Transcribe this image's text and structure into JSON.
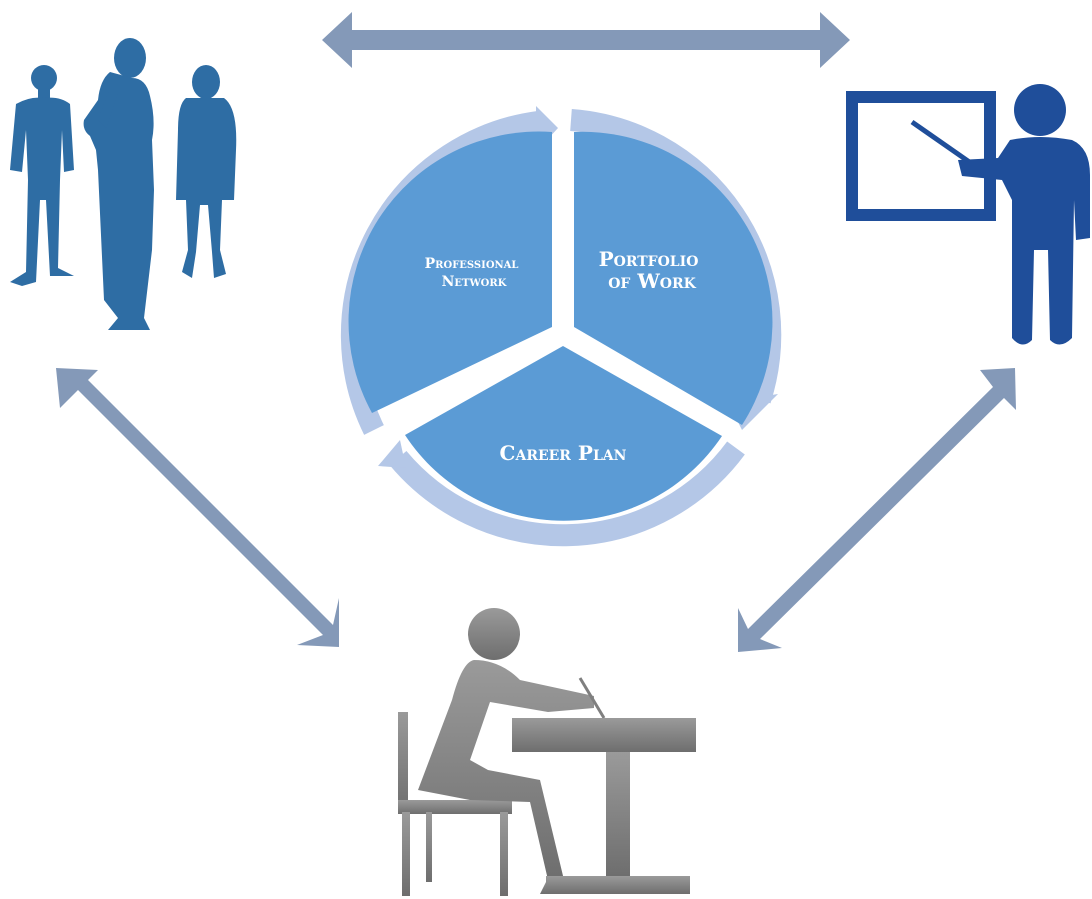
{
  "segments": {
    "professional_network": {
      "line1": "Professional",
      "line2": "Network"
    },
    "portfolio_of_work": {
      "line1": "Portfolio",
      "line2": "of Work"
    },
    "career_plan": {
      "label": "Career Plan"
    }
  },
  "colors": {
    "segment_fill": "#5b9bd5",
    "ring_arrow": "#b4c7e7",
    "connector_arrow": "#8499b8",
    "group_silhouette": "#2e6da4",
    "teacher": "#1f4e9a",
    "student": "#7f7f7f"
  },
  "icons": {
    "top_left": "business-people-icon",
    "top_right": "teacher-presenting-icon",
    "bottom": "student-at-desk-icon"
  }
}
